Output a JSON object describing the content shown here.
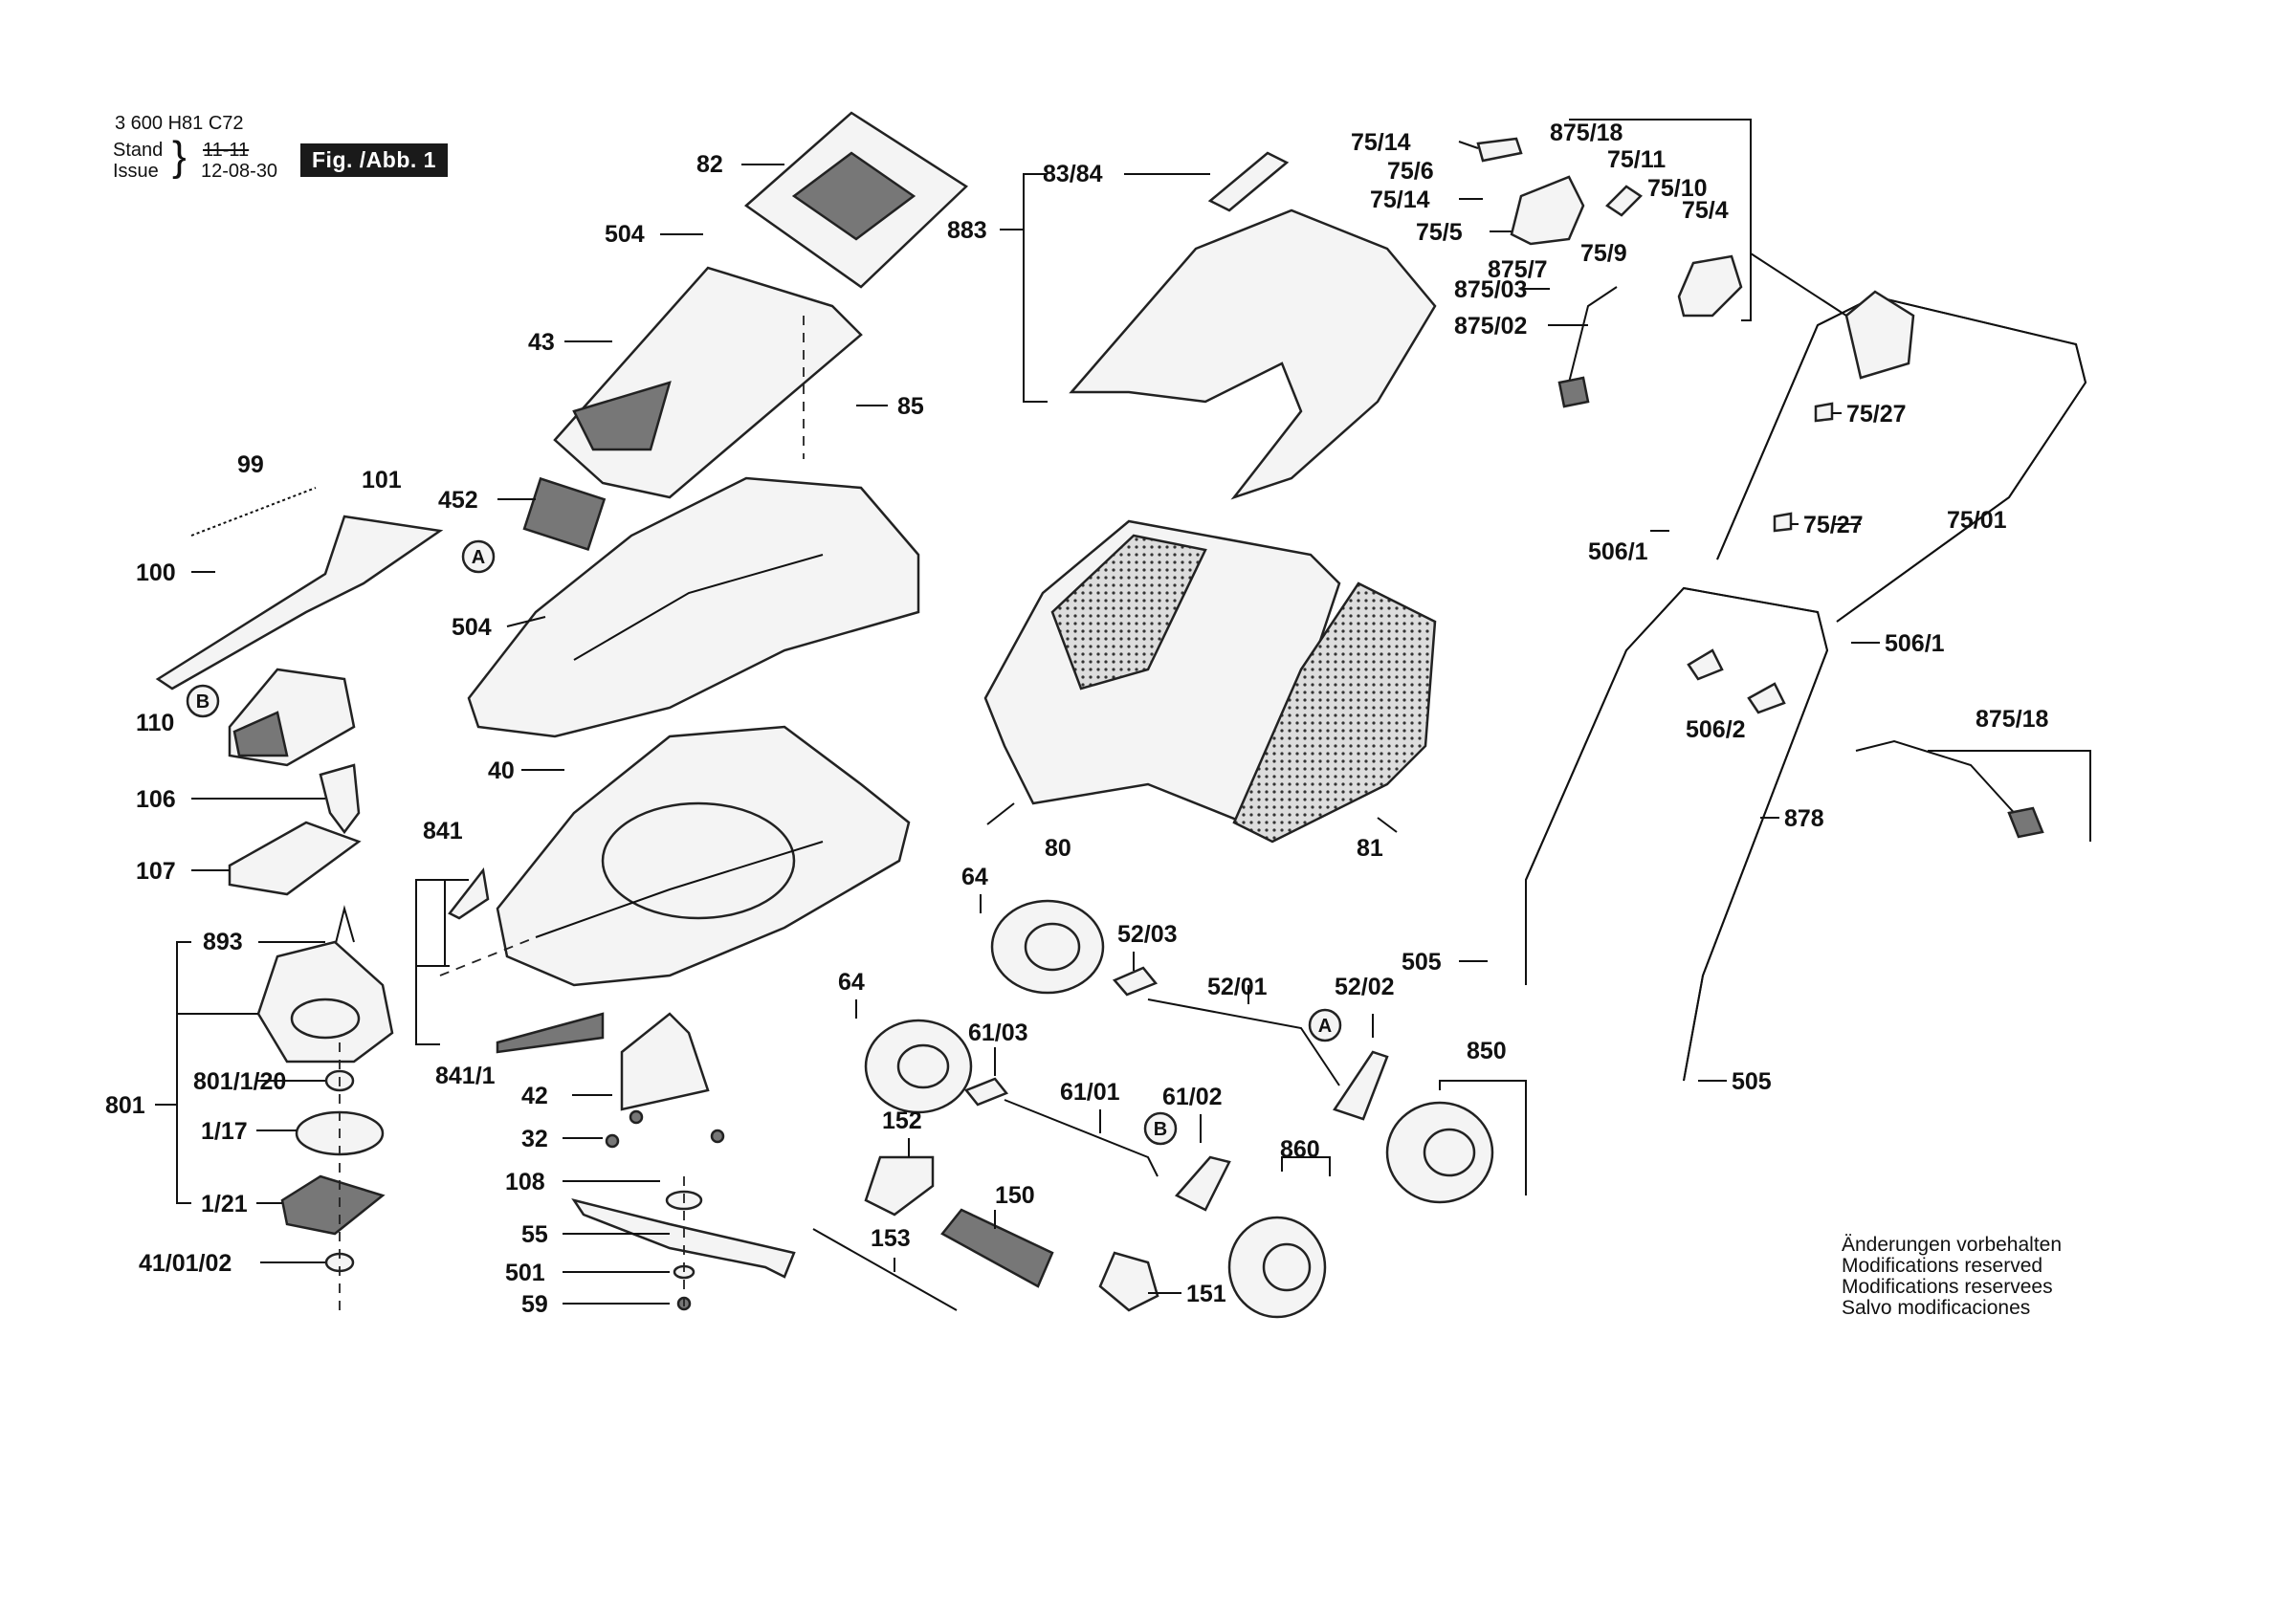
{
  "header": {
    "doc_number": "3 600 H81 C72",
    "stand_label": "Stand",
    "stand_value_struck": "11-11",
    "issue_label": "Issue",
    "issue_value": "12-08-30",
    "figure_badge": "Fig. /Abb. 1"
  },
  "notes": [
    "Änderungen vorbehalten",
    "Modifications reserved",
    "Modifications reservees",
    "Salvo modificaciones"
  ],
  "callouts": {
    "A": "A",
    "B": "B"
  },
  "part_labels": [
    "82",
    "504",
    "43",
    "85",
    "452",
    "504",
    "40",
    "99",
    "101",
    "100",
    "110",
    "106",
    "107",
    "841",
    "841/1",
    "893",
    "801",
    "801/1/20",
    "1/17",
    "1/21",
    "41/01/02",
    "42",
    "32",
    "108",
    "55",
    "501",
    "59",
    "83/84",
    "883",
    "80",
    "81",
    "64",
    "64",
    "52/03",
    "52/01",
    "52/02",
    "61/03",
    "61/01",
    "61/02",
    "152",
    "150",
    "153",
    "151",
    "850",
    "860",
    "505",
    "505",
    "75/14",
    "75/6",
    "75/14",
    "75/5",
    "875/18",
    "75/11",
    "75/10",
    "75/4",
    "875/7",
    "875/03",
    "75/9",
    "875/02",
    "75/27",
    "75/27",
    "75/01",
    "506/1",
    "506/1",
    "506/2",
    "875/18",
    "878"
  ]
}
